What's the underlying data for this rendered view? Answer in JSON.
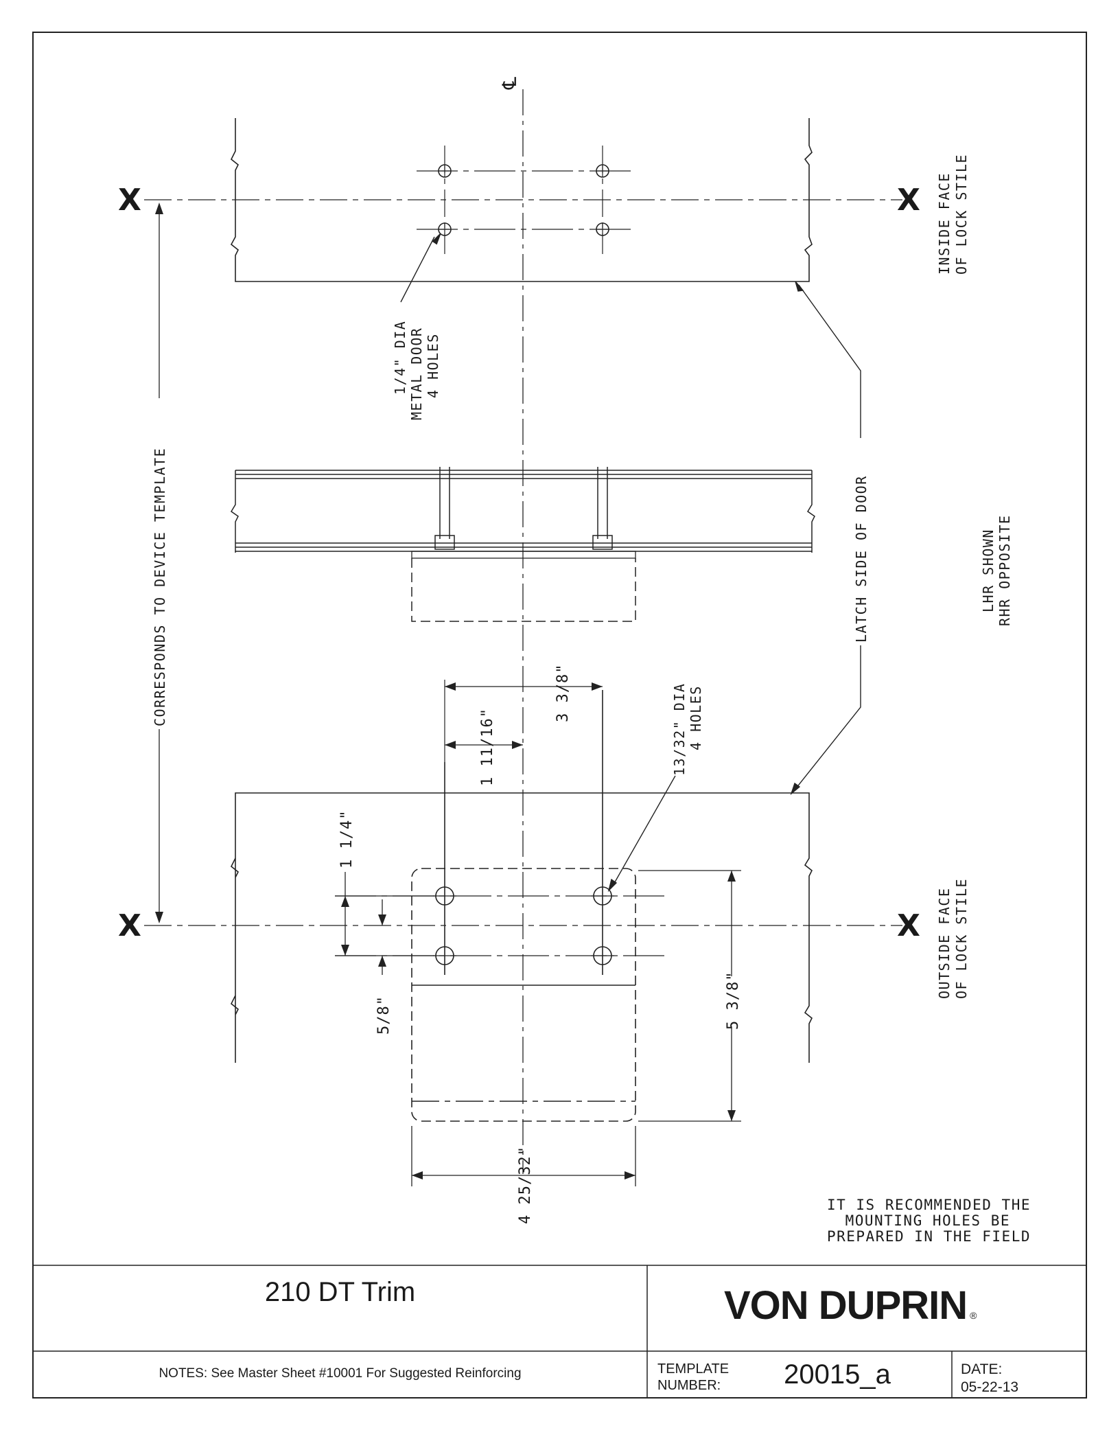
{
  "drawing": {
    "centerline_symbol": "℄",
    "x_mark": "X",
    "labels": {
      "inside_face_line1": "INSIDE FACE",
      "inside_face_line2": "OF LOCK STILE",
      "outside_face_line1": "OUTSIDE FACE",
      "outside_face_line2": "OF LOCK STILE",
      "corresponds": "CORRESPONDS TO DEVICE TEMPLATE",
      "latch_side": "LATCH SIDE OF DOOR",
      "metal_door_line1": "1/4\" DIA",
      "metal_door_line2": "METAL DOOR",
      "metal_door_line3": "4 HOLES",
      "hand_line1": "LHR SHOWN",
      "hand_line2": "RHR OPPOSITE",
      "outside_holes_line1": "13/32\" DIA",
      "outside_holes_line2": "4 HOLES",
      "dim_3_3_8": "3 3/8\"",
      "dim_1_11_16": "1 11/16\"",
      "dim_1_1_4": "1 1/4\"",
      "dim_5_8": "5/8\"",
      "dim_5_3_8": "5 3/8\"",
      "dim_4_25_32": "4 25/32\"",
      "recommend_line1": "IT IS RECOMMENDED THE",
      "recommend_line2": "MOUNTING HOLES BE",
      "recommend_line3": "PREPARED IN THE FIELD"
    }
  },
  "title_block": {
    "product": "210 DT Trim",
    "brand": "VON DUPRIN",
    "registered": "®",
    "notes": "NOTES: See Master Sheet #10001 For Suggested Reinforcing",
    "template_label_line1": "TEMPLATE",
    "template_label_line2": "NUMBER:",
    "template_number": "20015_a",
    "date_label": "DATE:",
    "date_value": "05-22-13"
  }
}
